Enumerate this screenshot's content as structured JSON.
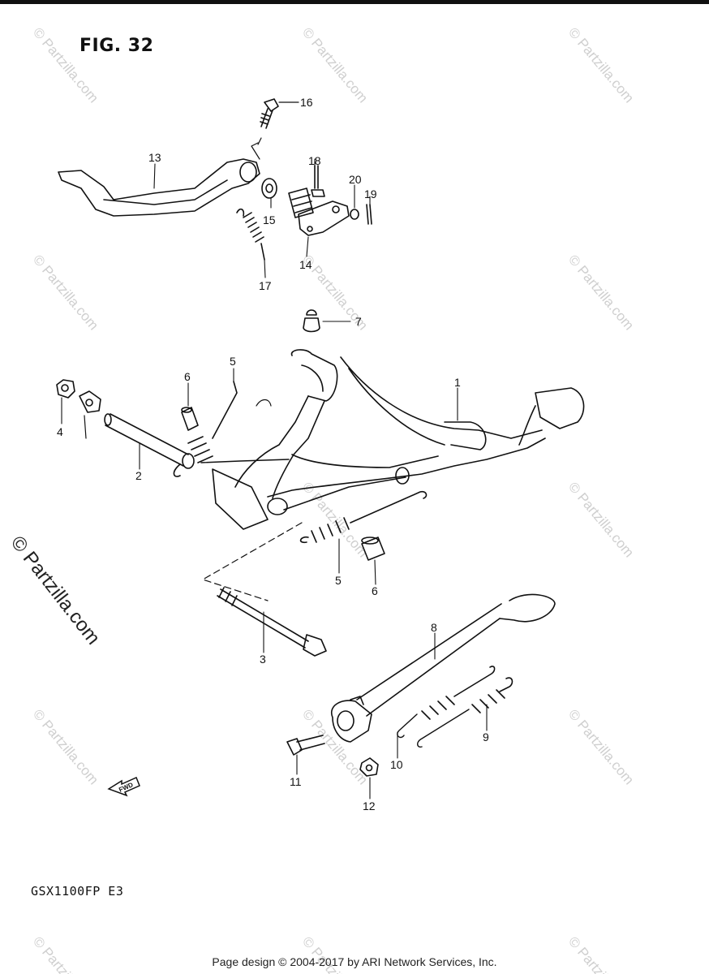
{
  "figure": {
    "title": "FIG. 32",
    "model": "GSX1100FP  E3",
    "footer": "Page design © 2004-2017 by ARI Network Services, Inc.",
    "side_mark": "© Partzilla.com",
    "watermark": "© Partzilla.com",
    "fwd_label": "FWD"
  },
  "callouts": {
    "c1": "1",
    "c2": "2",
    "c3": "3",
    "c4": "4",
    "c5a": "5",
    "c5b": "5",
    "c6a": "6",
    "c6b": "6",
    "c7": "7",
    "c8": "8",
    "c9": "9",
    "c10": "10",
    "c11": "11",
    "c12": "12",
    "c13": "13",
    "c14": "14",
    "c15": "15",
    "c16": "16",
    "c17": "17",
    "c18": "18",
    "c19": "19",
    "c20": "20"
  }
}
